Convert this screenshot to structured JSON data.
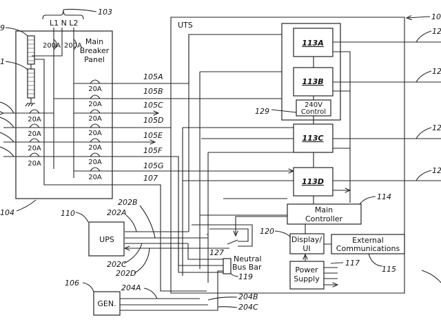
{
  "labels": {
    "main_panel": [
      "Main",
      "Breaker",
      "Panel"
    ],
    "lines_in": "L1 N L2",
    "ref_103": "103",
    "ref_109_partial": "9",
    "ref_111_partial": "1",
    "ref_104": "104",
    "main_breaker": "200A",
    "branch_breaker": "20A",
    "circuits": [
      "105A",
      "105B",
      "105C",
      "105D",
      "105E",
      "105F",
      "105G",
      "107"
    ],
    "uts": "UTS",
    "ref_100_partial": "10",
    "outputs_partial": [
      "12",
      "12",
      "12",
      "12"
    ],
    "modules": [
      "113A",
      "113B",
      "113C",
      "113D"
    ],
    "control_240v": [
      "240V",
      "Control"
    ],
    "ref_129": "129",
    "main_controller": [
      "Main",
      "Controller"
    ],
    "ref_114": "114",
    "display": [
      "Display/",
      "UI"
    ],
    "ref_120": "120",
    "ext_comm": [
      "External",
      "Communications"
    ],
    "ref_115": "115",
    "power_supply": [
      "Power",
      "Supply"
    ],
    "ref_117": "117",
    "ups": "UPS",
    "ref_110": "110",
    "ups_lines": [
      "202A",
      "202B",
      "202C",
      "202D"
    ],
    "switch_ref": "127",
    "neutral_bus": [
      "Neutral",
      "Bus Bar"
    ],
    "ref_119": "119",
    "gen": "GEN.",
    "ref_106": "106",
    "gen_lines": [
      "204A",
      "204B",
      "204C"
    ]
  }
}
